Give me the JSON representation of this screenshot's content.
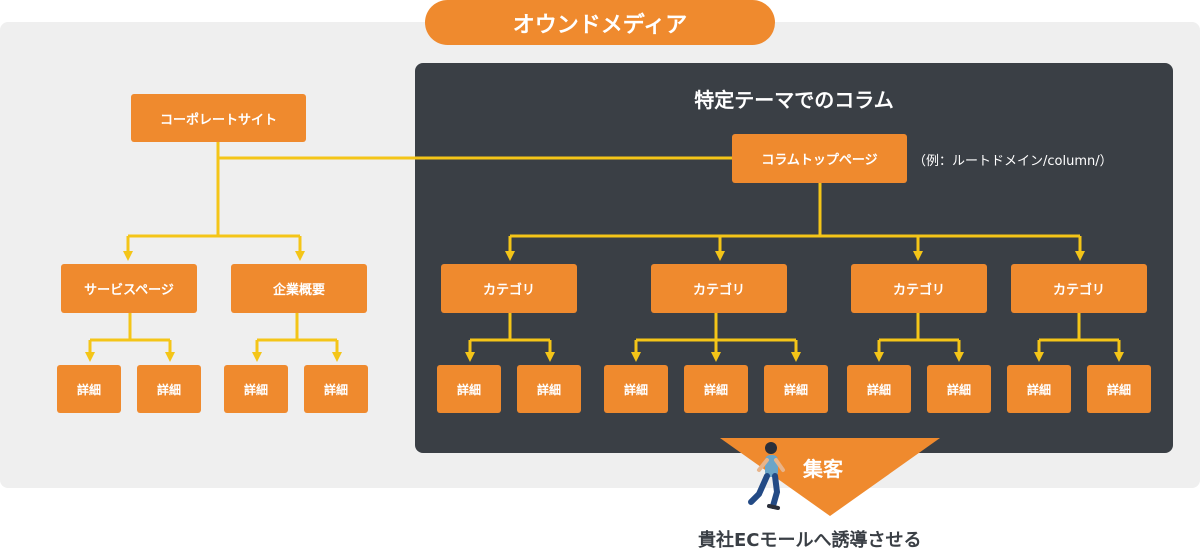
{
  "header": {
    "title": "オウンドメディア"
  },
  "column_section": {
    "title": "特定テーマでのコラム",
    "top_page": "コラムトップページ",
    "top_page_note": "（例：ルートドメイン/column/）",
    "categories": [
      "カテゴリ",
      "カテゴリ",
      "カテゴリ",
      "カテゴリ"
    ]
  },
  "corporate": {
    "site": "コーポレートサイト",
    "service_page": "サービスページ",
    "company_overview": "企業概要"
  },
  "detail_label": "詳細",
  "funnel": {
    "label": "集客"
  },
  "footer": {
    "text": "貴社ECモールへ誘導させる"
  },
  "colors": {
    "accent": "#ef8a2e",
    "line": "#f4c518",
    "dark_panel": "#3a3f45",
    "light_panel": "#efefef"
  },
  "icons": {
    "person": "walking-person-icon"
  }
}
